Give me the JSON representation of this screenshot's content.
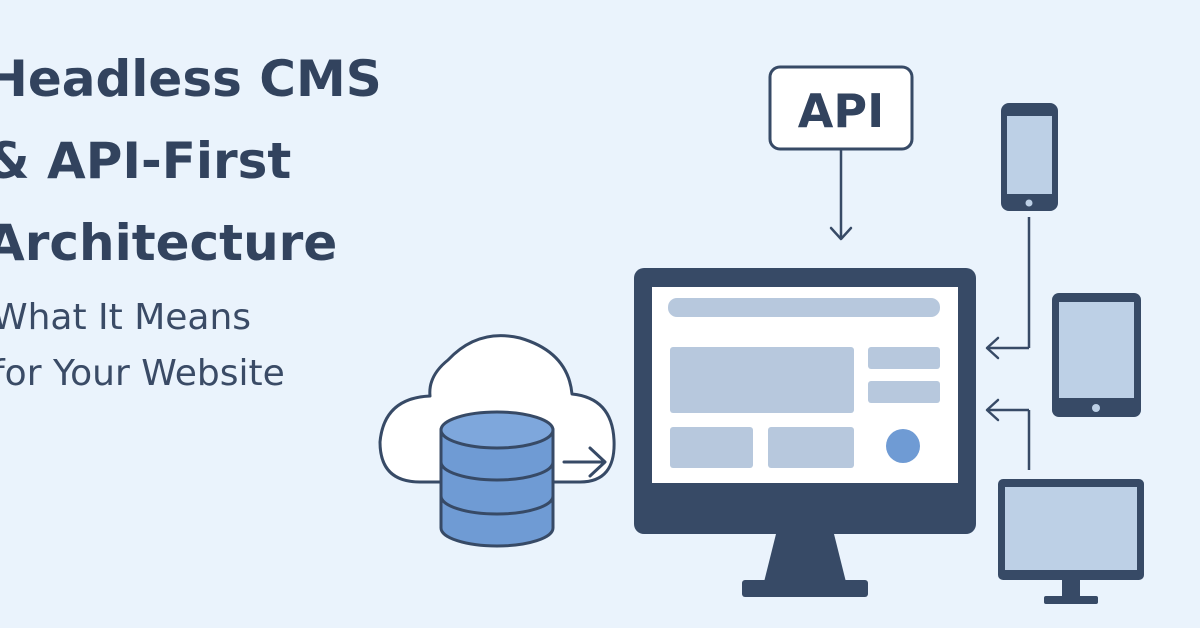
{
  "headline": {
    "line1": "Headless CMS",
    "line2": "& API-First",
    "line3": "Architecture"
  },
  "subheadline": {
    "line1": "What It Means",
    "line2": "for Your Website"
  },
  "api_label": "API",
  "colors": {
    "background": "#eaf3fc",
    "navy": "#374a66",
    "screen": "#ffffff",
    "block": "#b7c8dd",
    "accent_blue": "#6f9bd4",
    "device_screen": "#bdd0e6"
  },
  "icons": [
    "cloud-icon",
    "database-icon",
    "monitor-icon",
    "smartphone-icon",
    "tablet-icon",
    "desktop-icon",
    "arrow-icon"
  ]
}
